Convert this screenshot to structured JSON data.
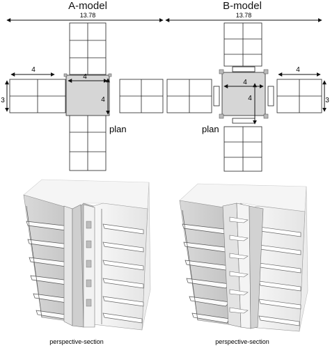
{
  "model_a": {
    "title": "A-model",
    "span_label": "13.78",
    "arm_length_label": "4",
    "arm_width_label": "3",
    "core_width_label": "4",
    "core_height_label": "4",
    "plan_label": "plan",
    "section_label": "perspective-section"
  },
  "model_b": {
    "title": "B-model",
    "span_label": "13.78",
    "arm_length_label": "4",
    "arm_width_label": "3",
    "core_width_label": "4",
    "core_height_label": "4",
    "plan_label": "plan",
    "section_label": "perspective-section"
  },
  "colors": {
    "line": "#222222",
    "core_fill": "#d6d6d6",
    "building_light": "#f3f3f3",
    "building_mid": "#dedede",
    "building_dark": "#b9b9b9"
  }
}
